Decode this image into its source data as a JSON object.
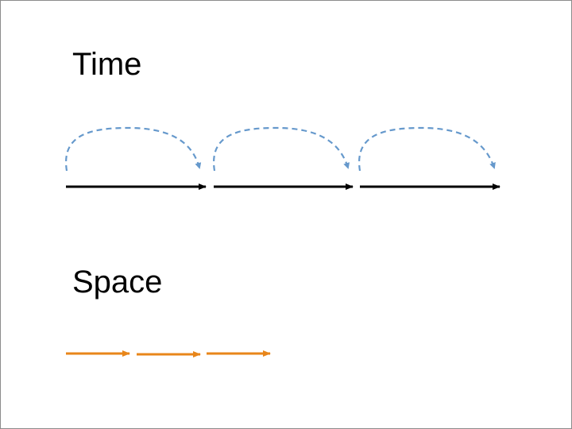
{
  "slide": {
    "time_label": "Time",
    "space_label": "Space"
  },
  "colors": {
    "time_arrow": "#000000",
    "time_hop_arc": "#6699CC",
    "space_arrow": "#E8861A",
    "border": "#8C8C8C"
  },
  "diagram": {
    "time_arrow_count": 3,
    "time_hop_arc_count": 3,
    "space_arrow_count": 3
  }
}
